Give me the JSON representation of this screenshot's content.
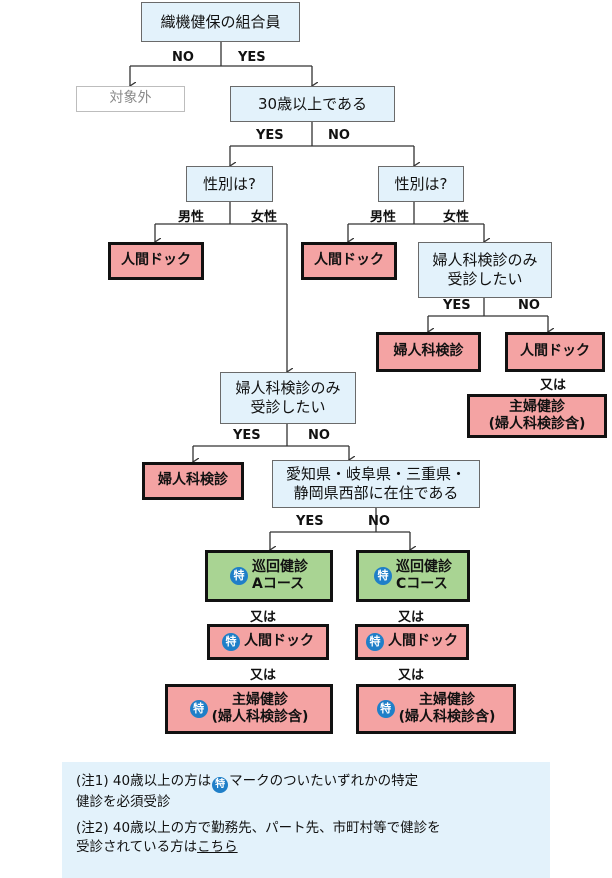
{
  "q_member": "織機健保の組合員",
  "no": "NO",
  "yes": "YES",
  "out_of_scope": "対象外",
  "q_age30": "30歳以上である",
  "q_gender": "性別は?",
  "male": "男性",
  "female": "女性",
  "dock": "人間ドック",
  "q_gyn_line1": "婦人科検診のみ",
  "q_gyn_line2": "受診したい",
  "gyn_exam": "婦人科検診",
  "or": "又は",
  "housewife_line1": "主婦健診",
  "housewife_line2": "(婦人科検診含)",
  "q_region_line1": "愛知県・岐阜県・三重県・",
  "q_region_line2": "静岡県西部に在住である",
  "toku": "特",
  "tour_label": "巡回健診",
  "course_a": "Aコース",
  "course_c": "Cコース",
  "note1_line1_pre": "(注1) 40歳以上の方は",
  "note1_line1_post": "マークのついたいずれかの特定",
  "note1_line2": "健診を必須受診",
  "note2_line1": "(注2) 40歳以上の方で勤務先、パート先、市町村等で健診を",
  "note2_line2_pre": "受診されている方は",
  "note2_link": "こちら",
  "colors": {
    "question_bg": "#e3f2fb",
    "result_red": "#f4a3a3",
    "result_green": "#a9d493",
    "badge_blue": "#1f7fc8"
  }
}
